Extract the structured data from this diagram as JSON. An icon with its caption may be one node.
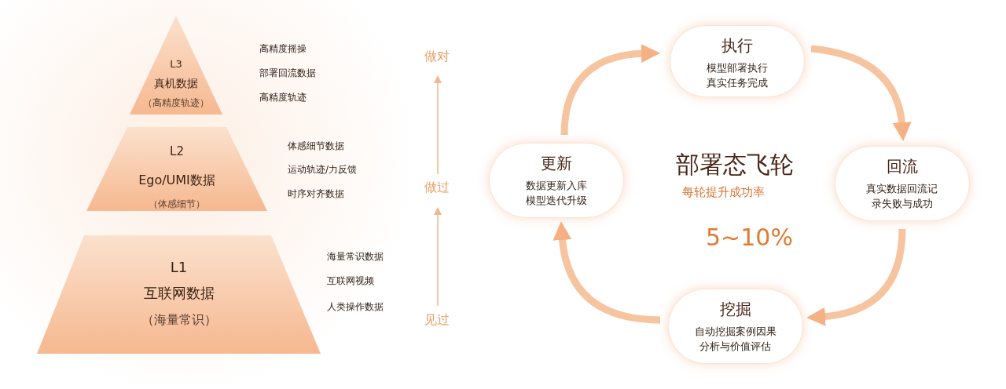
{
  "diagram": {
    "nodes": [
      {
        "text": [
          "L3",
          "真机数据",
          "（高精度轨迹）"
        ],
        "beside": [
          "高精度摇操",
          "部署回流数据",
          "高精度轨迹"
        ]
      },
      {
        "text": [
          "L2",
          "Ego/UMI数据",
          "（体感细节）"
        ],
        "beside": [
          "体感细节数据",
          "运动轨迹/力反馈",
          "时序对齐数据"
        ]
      },
      {
        "text": [
          "L1",
          "互联网数据",
          "（海量常识）"
        ],
        "beside": [
          "海量常识数据",
          "互联网视频",
          "人类操作数据"
        ]
      },
      {
        "text": [
          "做对"
        ]
      },
      {
        "text": [
          "做过"
        ]
      },
      {
        "text": [
          "见过"
        ]
      },
      {
        "text": [
          "执行",
          "模型部署执行真实任务完成"
        ]
      },
      {
        "text": [
          "回流",
          "真实数据回流记录失败与成功"
        ]
      },
      {
        "text": [
          "挖掘",
          "自动挖掘案例因果分析与价值评估"
        ]
      },
      {
        "text": [
          "更新",
          "数据更新入库模型迭代升级"
        ]
      }
    ],
    "edges": [
      {
        "from": 5,
        "to": 4,
        "arrow": "to"
      },
      {
        "from": 4,
        "to": 3,
        "arrow": "to"
      },
      {
        "from": 6,
        "to": 7,
        "arrow": "to"
      },
      {
        "from": 7,
        "to": 8,
        "arrow": "to"
      },
      {
        "from": 8,
        "to": 9,
        "arrow": "to"
      },
      {
        "from": 9,
        "to": 6,
        "arrow": "to"
      }
    ],
    "labels": [
      "部署态飞轮",
      "每轮提升成功率",
      "5~10%"
    ]
  }
}
